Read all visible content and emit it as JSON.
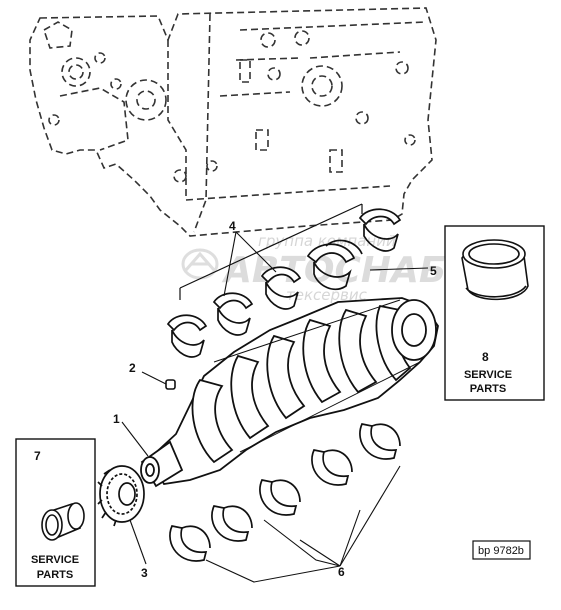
{
  "watermark": {
    "line1": "группа компаний",
    "line2": "АВТОСНАБ",
    "line3": "тексервис"
  },
  "callouts": {
    "c1": "1",
    "c2": "2",
    "c3": "3",
    "c4": "4",
    "c5": "5",
    "c6": "6",
    "c7": "7",
    "c8": "8"
  },
  "service_panels": {
    "left": {
      "number": "7",
      "line1": "SERVICE",
      "line2": "PARTS"
    },
    "right": {
      "number": "8",
      "line1": "SERVICE",
      "line2": "PARTS"
    }
  },
  "reference_label": "bp 9782b"
}
